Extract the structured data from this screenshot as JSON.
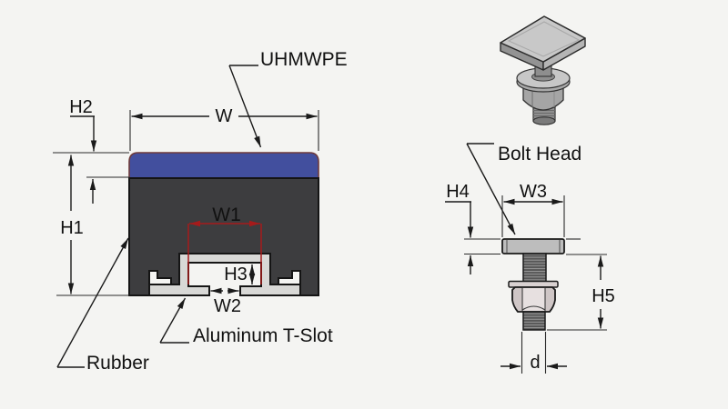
{
  "colors": {
    "background": "#f4f4f2",
    "uhmwpe_blue": "#424f9e",
    "cap_outline": "#6e3a3a",
    "rubber_dark": "#3d3d3f",
    "aluminum_gray": "#d8d8d6",
    "dimension_black": "#1a1a1a",
    "dimension_red": "#a61b1b",
    "bolt_head_gray": "#bdbdbd",
    "thread_dark": "#575757",
    "washer_pink": "#d9d1d1",
    "nut_light": "#e7e0e0",
    "nut_base": "#cfc6c6"
  },
  "left_view": {
    "name": "bumper-cross-section",
    "labels": {
      "uhmwpe": "UHMWPE",
      "rubber": "Rubber",
      "aluminum_t_slot": "Aluminum T-Slot"
    },
    "dimensions": {
      "width": "W",
      "slot_width": "W1",
      "slot_opening": "W2",
      "total_height": "H1",
      "cap_thickness": "H2",
      "slot_height": "H3"
    }
  },
  "right_view": {
    "name": "t-bolt-views",
    "labels": {
      "bolt_head": "Bolt Head"
    },
    "dimensions": {
      "head_thickness": "H4",
      "head_width": "W3",
      "bolt_length": "H5",
      "thread_diameter": "d"
    }
  }
}
